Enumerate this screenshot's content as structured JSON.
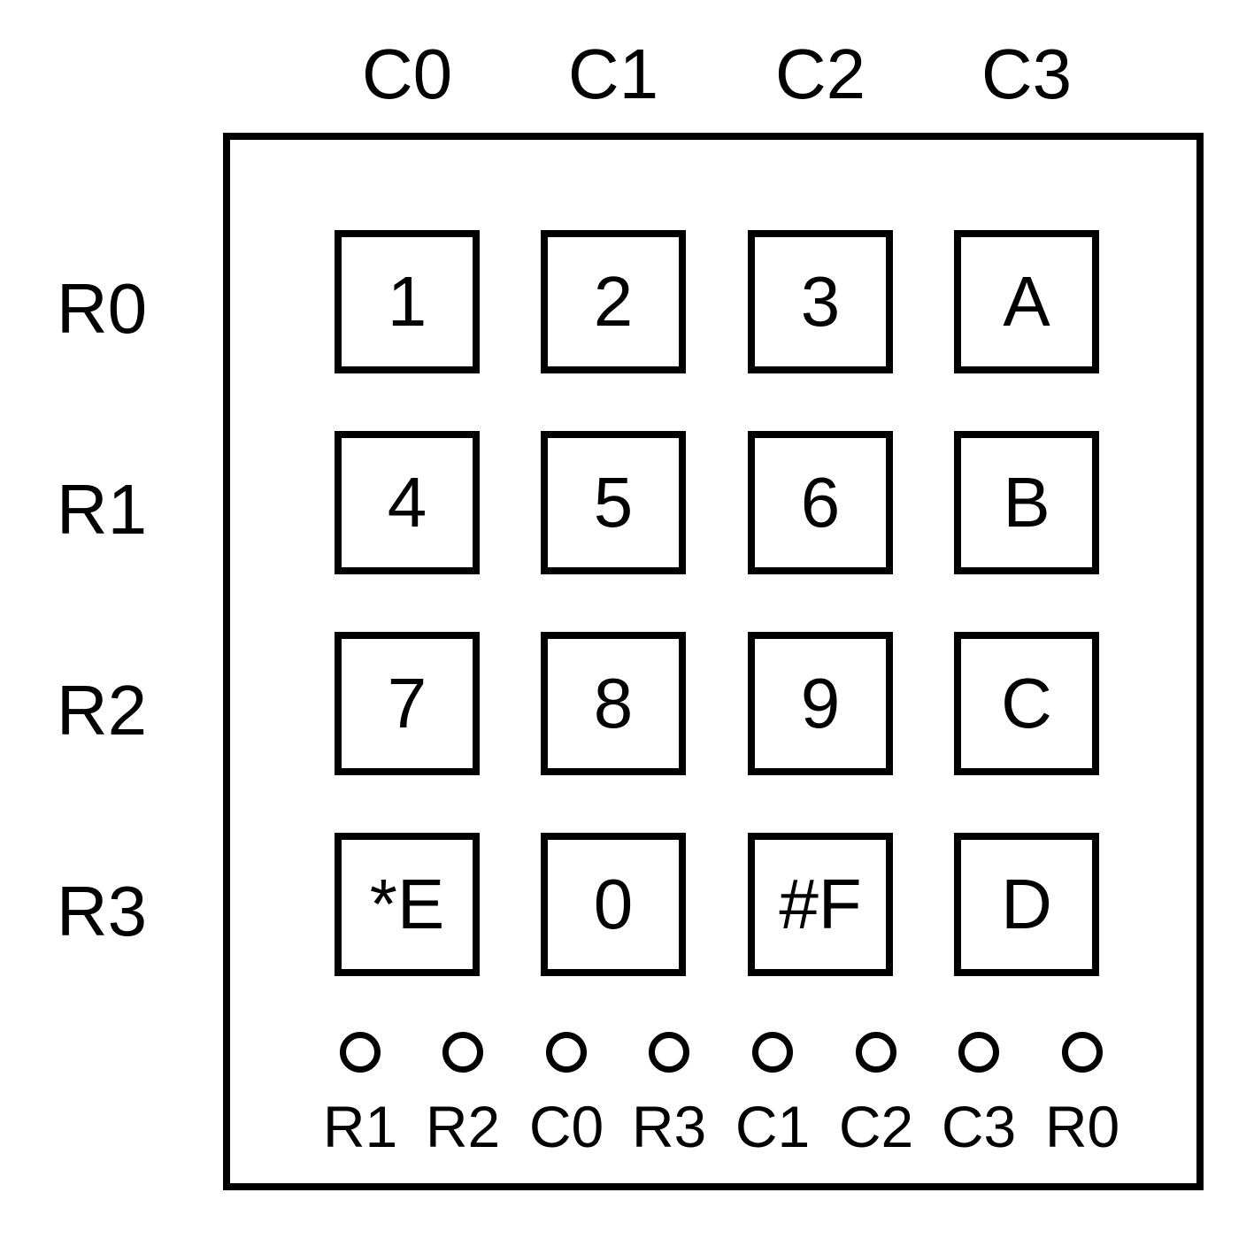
{
  "keypad_diagram": {
    "column_headers": [
      "C0",
      "C1",
      "C2",
      "C3"
    ],
    "row_labels": [
      "R0",
      "R1",
      "R2",
      "R3"
    ],
    "keys": [
      [
        "1",
        "2",
        "3",
        "A"
      ],
      [
        "4",
        "5",
        "6",
        "B"
      ],
      [
        "7",
        "8",
        "9",
        "C"
      ],
      [
        "*E",
        "0",
        "#F",
        "D"
      ]
    ],
    "pin_labels": [
      "R1",
      "R2",
      "C0",
      "R3",
      "C1",
      "C2",
      "C3",
      "R0"
    ],
    "colors": {
      "line": "#000000",
      "background": "#ffffff"
    }
  }
}
